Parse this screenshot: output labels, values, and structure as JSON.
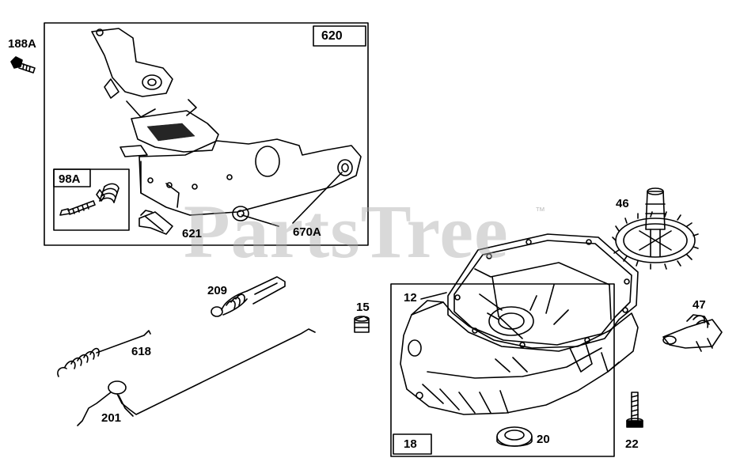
{
  "watermark": {
    "text": "PartsTree",
    "trademark": "™"
  },
  "box_labels": {
    "box_620": "620",
    "box_98a": "98A",
    "box_18": "18"
  },
  "callouts": {
    "p188A": "188A",
    "p621": "621",
    "p670A": "670A",
    "p46": "46",
    "p209": "209",
    "p15": "15",
    "p12": "12",
    "p47": "47",
    "p618": "618",
    "p201": "201",
    "p20": "20",
    "p22": "22"
  },
  "colors": {
    "line": "#000000",
    "watermark": "#aaaaaa",
    "background": "#ffffff"
  }
}
